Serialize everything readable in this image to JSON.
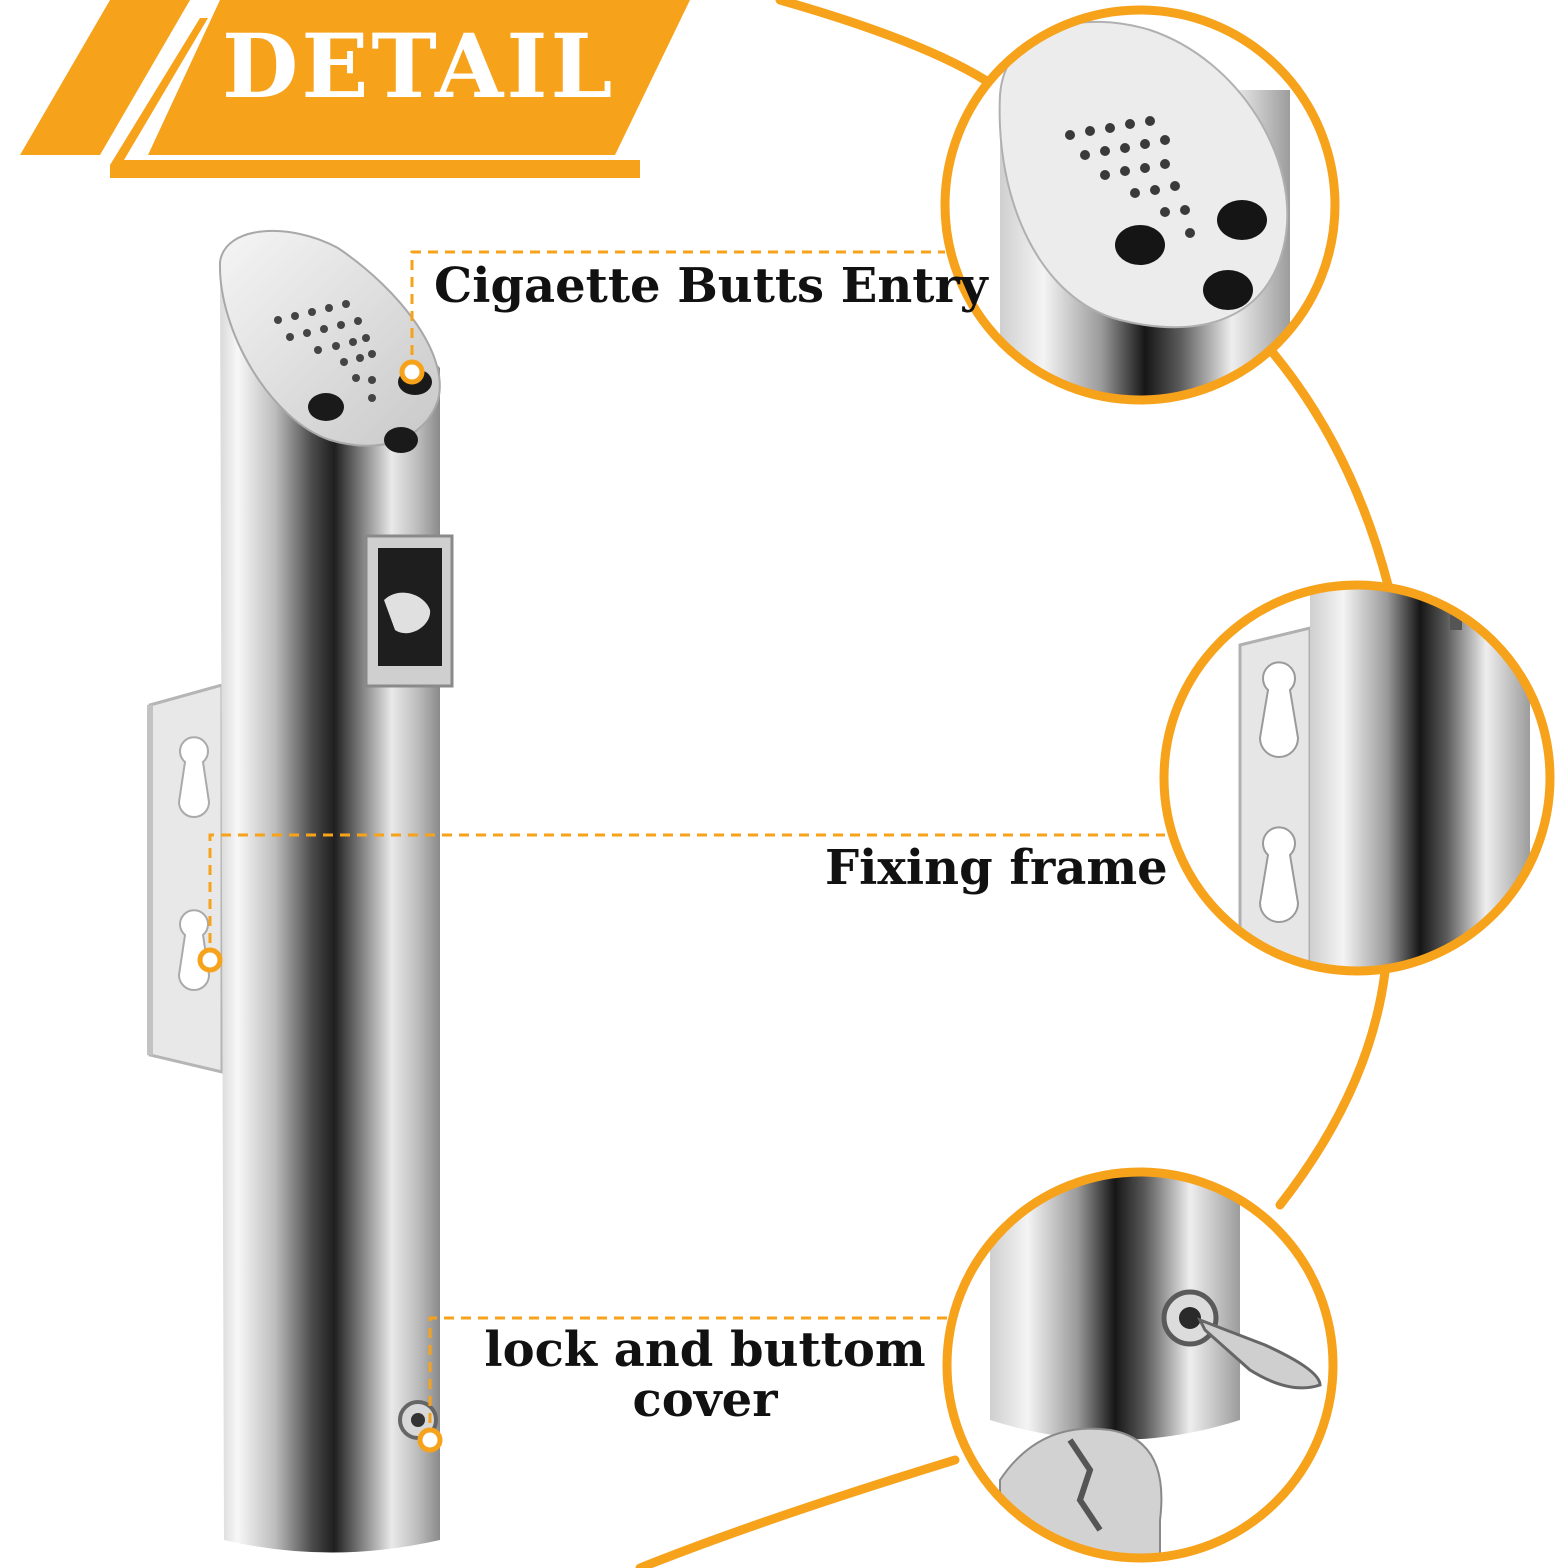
{
  "banner": {
    "title": "DETAIL"
  },
  "callouts": {
    "entry": "Cigaette Butts Entry",
    "frame": "Fixing frame",
    "lock": "lock and buttom cover"
  },
  "colors": {
    "accent": "#F7A21B",
    "steel_light": "#f2f2f2",
    "steel_dark": "#2a2a2a",
    "text": "#111111"
  }
}
